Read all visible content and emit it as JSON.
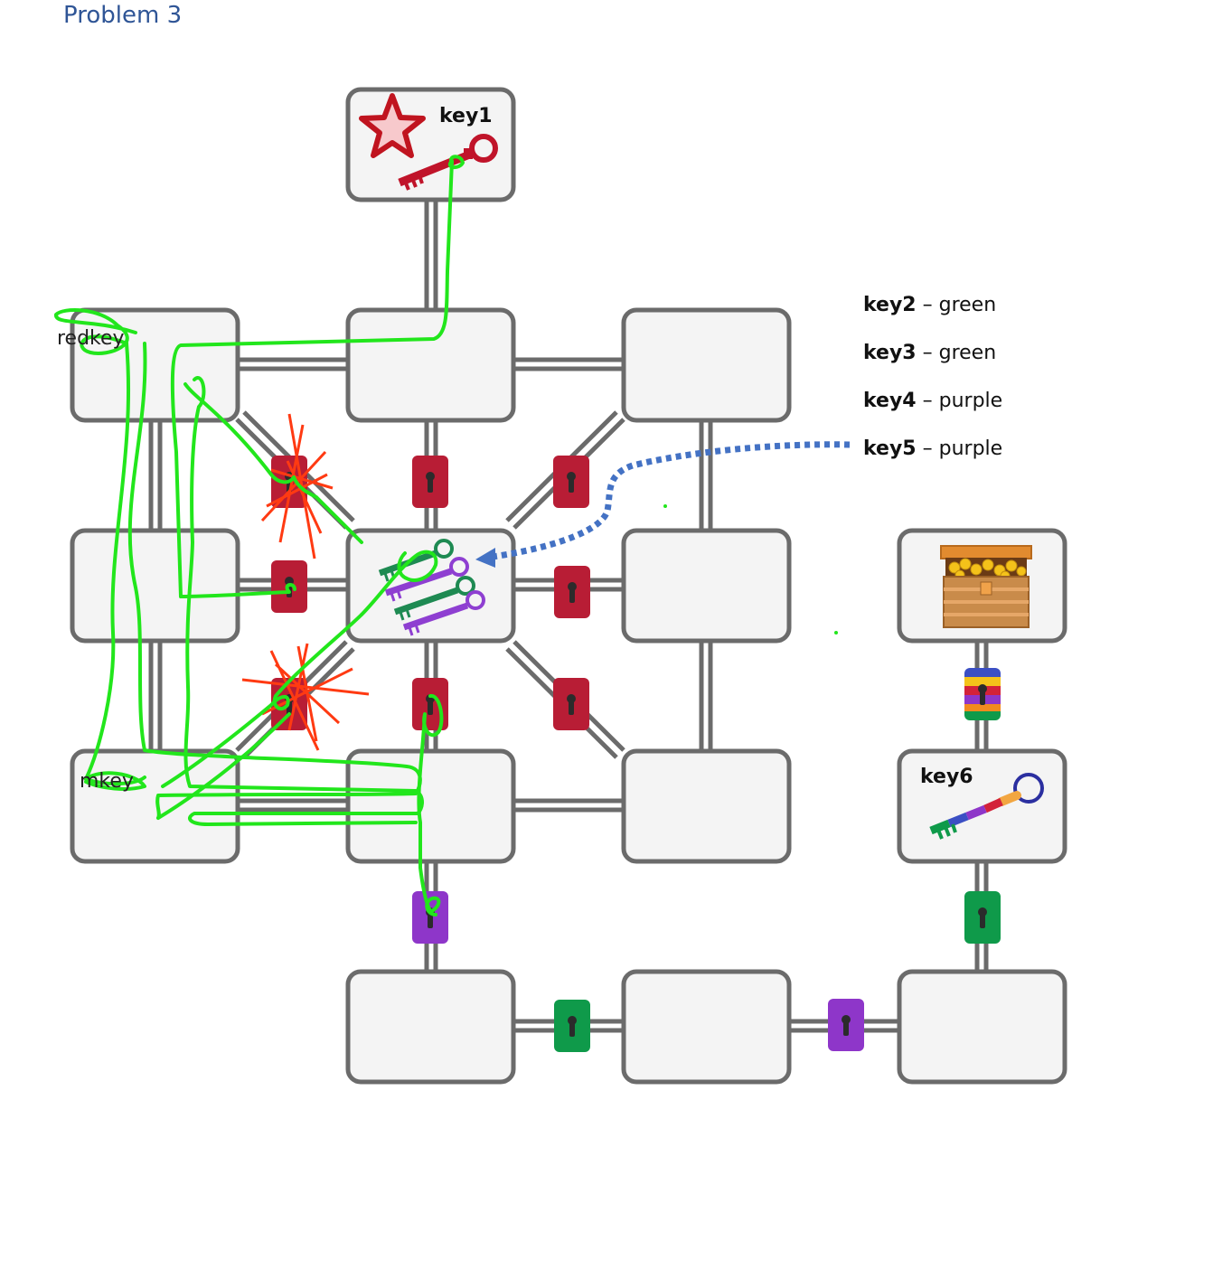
{
  "page_title": "Problem 3",
  "room_labels": {
    "key1": "key1",
    "key6": "key6"
  },
  "legend": [
    {
      "key": "key2",
      "sep": "–",
      "color": "green"
    },
    {
      "key": "key3",
      "sep": "–",
      "color": "green"
    },
    {
      "key": "key4",
      "sep": "–",
      "color": "purple"
    },
    {
      "key": "key5",
      "sep": "–",
      "color": "purple"
    }
  ],
  "annotations": {
    "top_left_room_text": "redkey",
    "bottom_left_room_text": "mkey"
  },
  "colors": {
    "room_fill": "#f4f4f4",
    "room_stroke": "#6b6b6b",
    "corridor": "#6b6b6b",
    "lock_red": "#b81d35",
    "lock_green": "#0f9a4a",
    "lock_purple": "#8e36c9",
    "scribble_green": "#22e61c",
    "scribble_red": "#ff3a12",
    "arrow_blue": "#4472c4",
    "title_blue": "#2f5596"
  },
  "icons": {
    "star": "red-star-icon",
    "red_key": "red-key-icon",
    "keyring": "green-purple-keys-icon",
    "treasure": "treasure-chest-icon",
    "rainbow_key": "rainbow-key-icon"
  }
}
